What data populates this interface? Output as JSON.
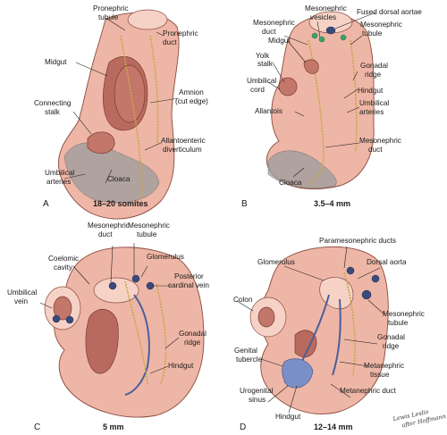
{
  "panels": [
    {
      "letter": "A",
      "caption": "18–20 somites",
      "labels": [
        "Pronephric tubule",
        "Pronephric duct",
        "Midgut",
        "Amnion (cut edge)",
        "Connecting stalk",
        "Allantoenteric diverticulum",
        "Umbilical arteries",
        "Cloaca"
      ]
    },
    {
      "letter": "B",
      "caption": "3.5–4 mm",
      "labels": [
        "Mesonephric vesicles",
        "Fused dorsal aortae",
        "Mesonephric duct",
        "Mesonephric tubule",
        "Midgut",
        "Yolk stalk",
        "Gonadal ridge",
        "Umbilical cord",
        "Hindgut",
        "Allantois",
        "Umbilical arteries",
        "Mesonephric duct",
        "Cloaca"
      ]
    },
    {
      "letter": "C",
      "caption": "5 mm",
      "labels": [
        "Mesonephric duct",
        "Mesonephric tubule",
        "Coelomic cavity",
        "Glomerulus",
        "Posterior cardinal vein",
        "Umbilical vein",
        "Gonadal ridge",
        "Hindgut"
      ]
    },
    {
      "letter": "D",
      "caption": "12–14 mm",
      "labels": [
        "Paramesonephric ducts",
        "Glomerulus",
        "Dorsal aorta",
        "Colon",
        "Mesonephric tubule",
        "Genital tubercle",
        "Gonadal ridge",
        "Metanephric tissue",
        "Urogenital sinus",
        "Metanephric duct",
        "Hindgut"
      ]
    }
  ],
  "signature": [
    "Lewis Leslie",
    "after Hoffmann"
  ],
  "colors": {
    "tissue": "#eeb6a6",
    "duct": "#c9a64a",
    "vessel": "#3a4a7a"
  }
}
